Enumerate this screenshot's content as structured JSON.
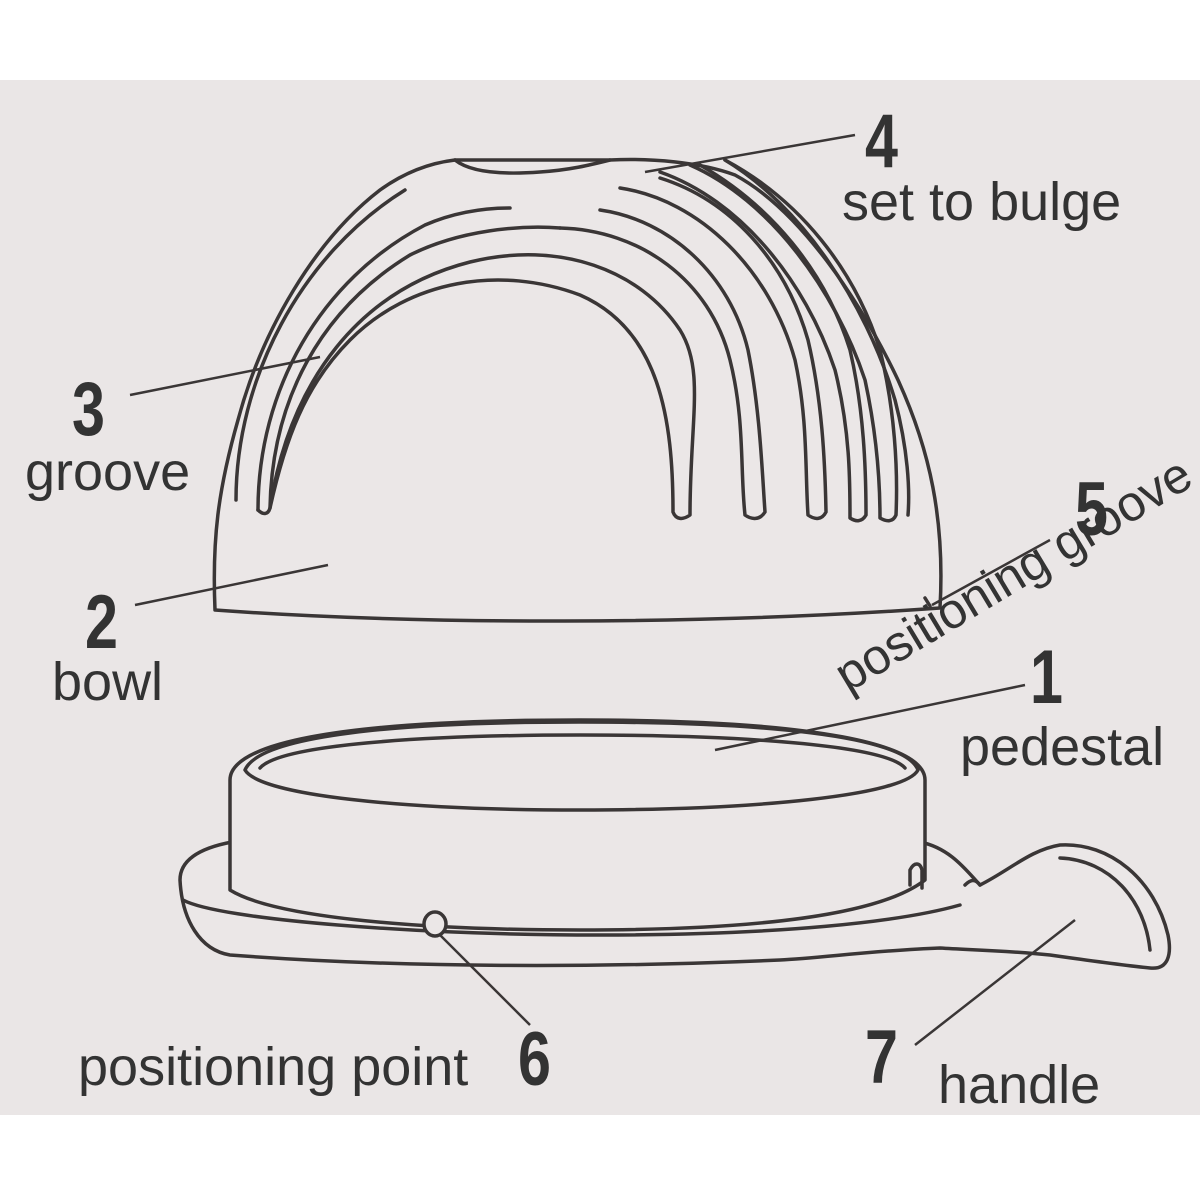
{
  "parts": [
    {
      "number": "1",
      "label": "pedestal"
    },
    {
      "number": "2",
      "label": "bowl"
    },
    {
      "number": "3",
      "label": "groove"
    },
    {
      "number": "4",
      "label": "set to bulge"
    },
    {
      "number": "5",
      "label": "positioning groove"
    },
    {
      "number": "6",
      "label": "positioning point"
    },
    {
      "number": "7",
      "label": "handle"
    }
  ],
  "colors": {
    "panel": "#eae6e6",
    "ink": "#333333",
    "frame": "#ffffff"
  }
}
